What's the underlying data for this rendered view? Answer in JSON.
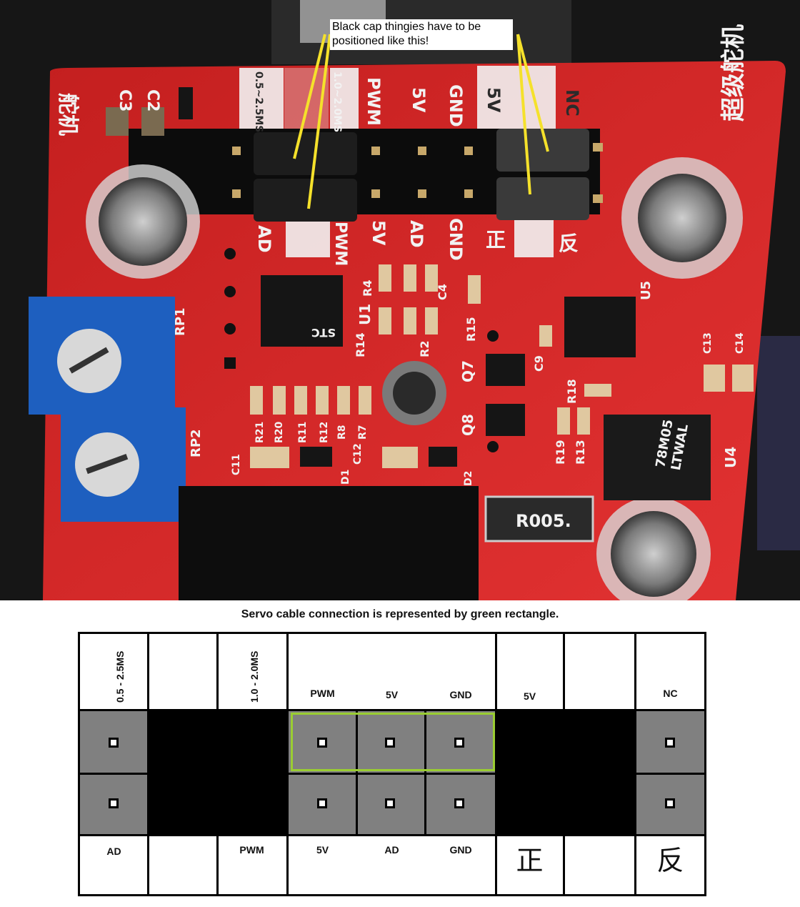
{
  "photo": {
    "callout_text": "Black cap thingies have to be\npositioned like this!",
    "board_labels_top": [
      "C3",
      "C2",
      "0.5~2.5MS",
      "1.0~2.0MS",
      "PWM",
      "5V",
      "GND",
      "5V",
      "NC"
    ],
    "board_labels_bottom": [
      "AD",
      "PWM",
      "5V",
      "AD",
      "GND",
      "正",
      "反"
    ],
    "chip_labels": [
      "RP1",
      "RP2",
      "U1",
      "U4",
      "U5",
      "Q7",
      "Q8",
      "R4",
      "R14",
      "R15",
      "R18",
      "R19",
      "R13",
      "R21",
      "R20",
      "R11",
      "R12",
      "R8",
      "R7",
      "C11",
      "C12",
      "C13",
      "C14",
      "C4",
      "C9",
      "D1",
      "D2",
      "R2"
    ],
    "chip_texts": [
      "78M05\nLTWAL",
      "R005.",
      "STC"
    ],
    "board_side_text": "超级舵机",
    "board_side_text_left": "舵机",
    "colors": {
      "pcb": "#d42a2a",
      "silk": "#f2f2f2",
      "pot": "#1e5fbf",
      "annotation": "#f5e12b"
    }
  },
  "diagram": {
    "caption": "Servo cable connection is represented by green rectangle.",
    "top_labels": {
      "col0_rot": "0.5 - 2.5MS",
      "col2_rot": "1.0 - 2.0MS",
      "pwm": "PWM",
      "v5a": "5V",
      "gnd": "GND",
      "v5b": "5V",
      "nc": "NC"
    },
    "bottom_labels": {
      "ad1": "AD",
      "pwm": "PWM",
      "v5": "5V",
      "ad2": "AD",
      "gnd": "GND",
      "zheng": "正",
      "fan": "反"
    },
    "colors": {
      "pin_bg": "#808080",
      "jumper": "#000000",
      "servo_highlight": "#9acd32"
    }
  }
}
